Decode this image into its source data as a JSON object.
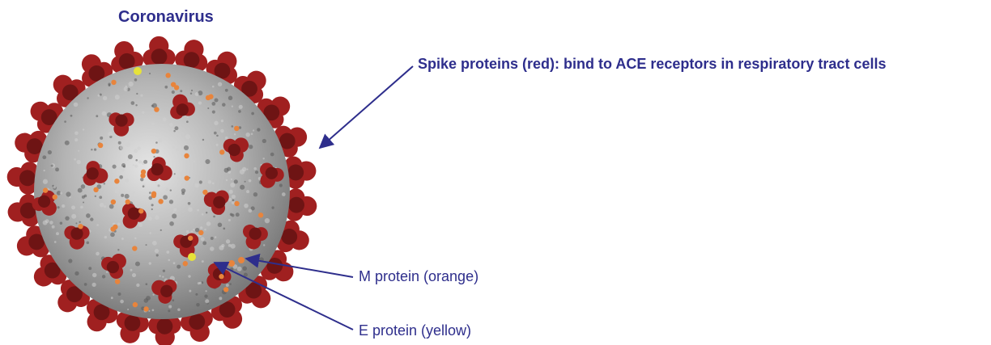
{
  "diagram": {
    "title": "Coronavirus",
    "labels": {
      "spike": "Spike proteins (red): bind to ACE receptors in respiratory tract cells",
      "m_protein": "M protein (orange)",
      "e_protein": "E protein (yellow)"
    }
  },
  "colors": {
    "text": "#2e2e8c",
    "arrow": "#2e2e8c",
    "spike_red": "#a02020",
    "spike_dark": "#6e1414",
    "m_orange": "#e8843c",
    "e_yellow": "#e6e23a",
    "envelope_gray": "#9a9a9a",
    "envelope_light": "#cfcfcf"
  },
  "icons": {
    "virus": "coronavirus-illustration"
  }
}
